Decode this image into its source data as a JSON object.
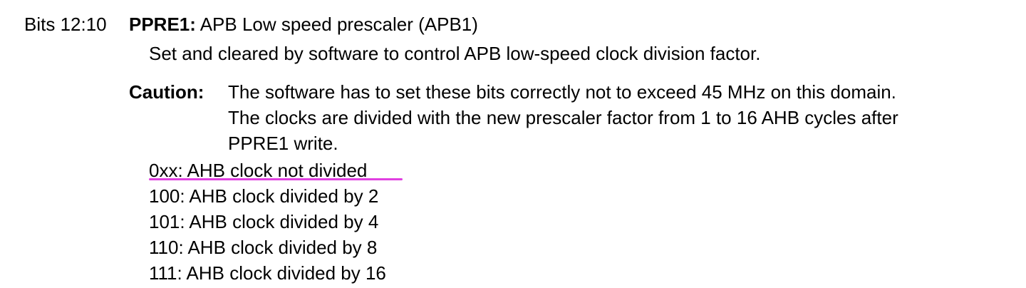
{
  "bits_label": "Bits 12:10",
  "field": {
    "name": "PPRE1:",
    "title": "APB Low speed prescaler (APB1)"
  },
  "description": "Set and cleared by software to control APB low-speed clock division factor.",
  "caution": {
    "label": "Caution:",
    "lines": [
      "The software has to set these bits correctly not to exceed 45 MHz on this domain.",
      "The clocks are divided with the new prescaler factor from 1 to 16 AHB cycles after",
      "PPRE1 write."
    ]
  },
  "values": [
    "0xx: AHB clock not divided",
    "100: AHB clock divided by 2",
    "101: AHB clock divided by 4",
    "110: AHB clock divided by 8",
    "111: AHB clock divided by 16"
  ],
  "highlight_color": "#e040e0"
}
